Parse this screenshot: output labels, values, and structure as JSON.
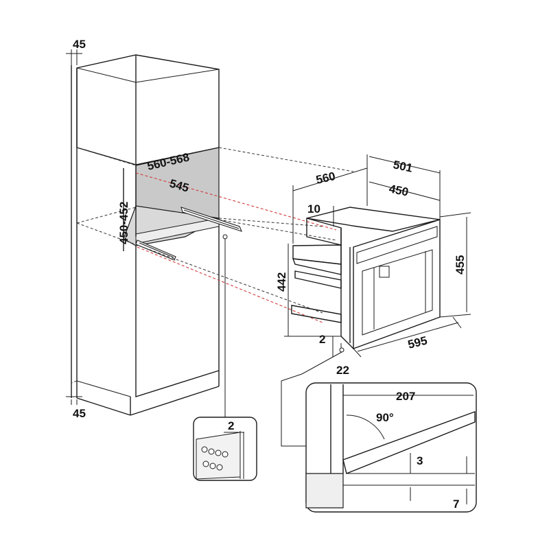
{
  "dimensions": {
    "top_clearance": "45",
    "bottom_clearance": "45",
    "niche_width": "560-568",
    "niche_depth": "545",
    "niche_height": "450-452",
    "appliance_width": "560",
    "appliance_depth": "501",
    "appliance_inner_depth": "450",
    "offset_top": "10",
    "appliance_body_height": "442",
    "appliance_total_height": "455",
    "front_width": "595",
    "gap_bottom": "2",
    "front_thickness": "22",
    "detail_gap": "2",
    "door_length": "207",
    "door_angle": "90°",
    "door_gap": "3",
    "door_offset": "7"
  }
}
